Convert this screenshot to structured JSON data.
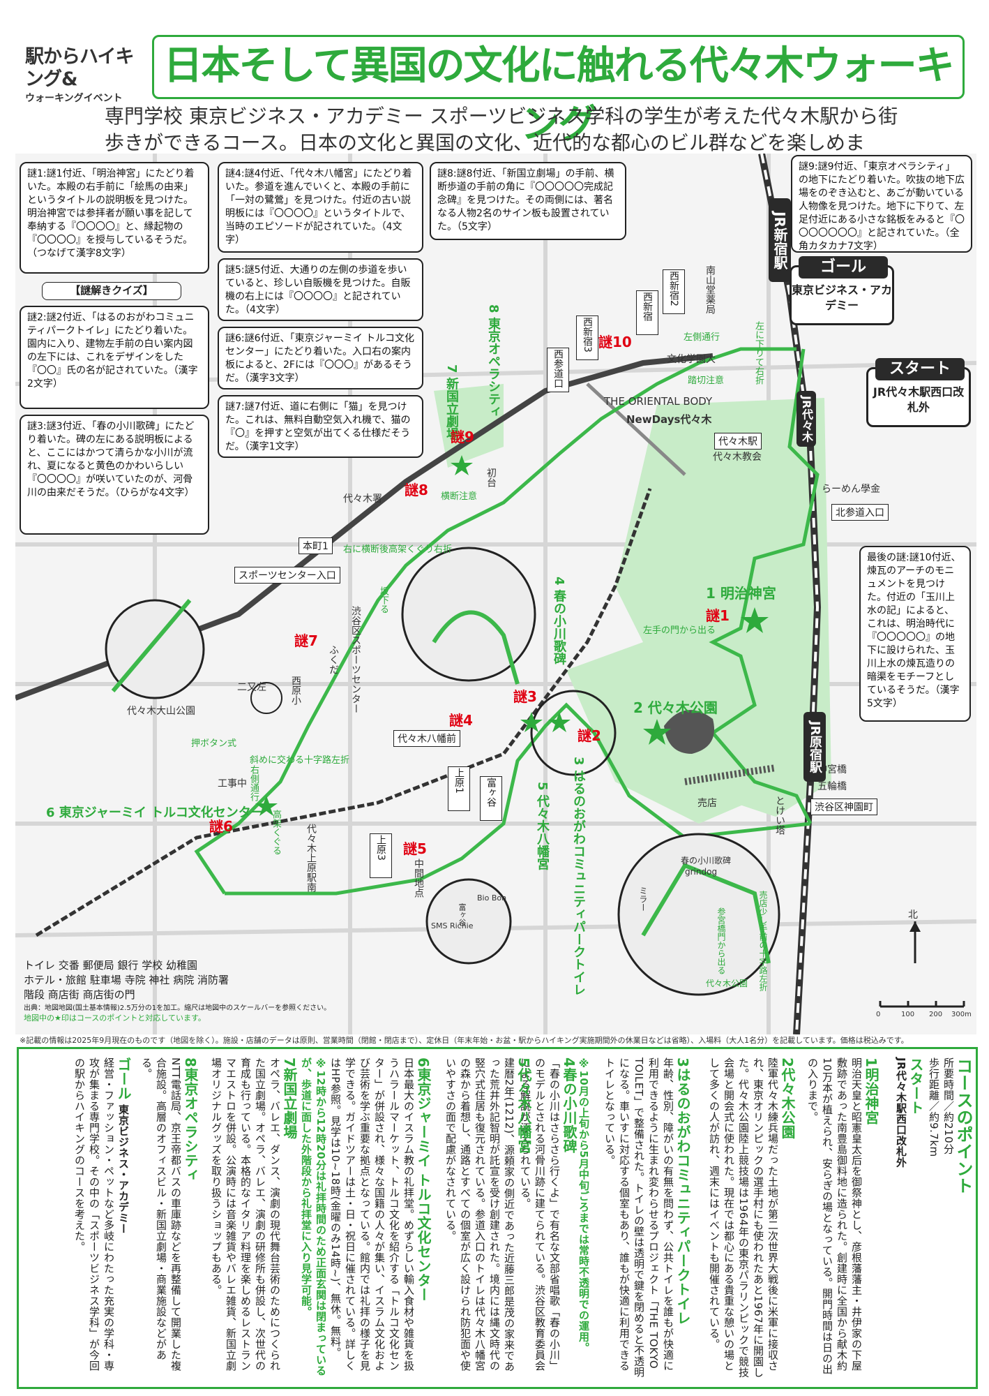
{
  "header": {
    "logo_main": "駅からハイキング&",
    "logo_sub": "ウォーキングイベント",
    "title": "日本そして異国の文化に触れる代々木ウォーキング",
    "intro": "専門学校 東京ビジネス・アカデミー スポーツビジネス学科の学生が考えた代々木駅から街歩きができるコース。日本の文化と異国の文化、近代的な都心のビル群などを楽しめます。"
  },
  "hints": {
    "header": "【謎解きクイズ】",
    "q1": "謎1:謎1付近、「明治神宮」にたどり着いた。本殿の右手前に「絵馬の由来」というタイトルの説明板を見つけた。明治神宮では参拝者が願い事を記して奉納する『〇〇〇〇』と、縁起物の『〇〇〇〇』を授与しているそうだ。（つなげて漢字8文字）",
    "q2": "謎2:謎2付近、「はるのおがわコミュニティパークトイレ」にたどり着いた。園内に入り、建物左手前の白い案内図の左下には、これをデザインをした『〇〇』氏の名が記されていた。（漢字2文字）",
    "q3": "謎3:謎3付近、「春の小川歌碑」にたどり着いた。碑の左にある説明板によると、ここにはかつて清らかな小川が流れ、夏になると黄色のかわいらしい『〇〇〇〇』が咲いていたのが、河骨川の由来だそうだ。（ひらがな4文字）",
    "q4": "謎4:謎4付近、「代々木八幡宮」にたどり着いた。参道を進んでいくと、本殿の手前に「一対の鷺鶯」を見つけた。付近の古い説明板には『〇〇〇〇』というタイトルで、当時のエピソードが記されていた。（4文字）",
    "q5": "謎5:謎5付近、大通りの左側の歩道を歩いていると、珍しい自販機を見つけた。自販機の右上には『〇〇〇〇』と記されていた。（4文字）",
    "q6": "謎6:謎6付近、「東京ジャーミイ トルコ文化センター」にたどり着いた。入口右の案内板によると、2Fには『〇〇〇』があるそうだ。（漢字3文字）",
    "q7": "謎7:謎7付近、道に右側に「猫」を見つけた。これは、無料自動空気入れ機で、猫の『〇』を押すと空気が出てくる仕様だそうだ。（漢字1文字）",
    "q8": "謎8:謎8付近、「新国立劇場」の手前、横断歩道の手前の角に『〇〇〇〇〇完成記念碑』を見つけた。その両側には、著名なる人物2名のサイン板も設置されていた。（5文字）",
    "q9": "謎9:謎9付近、「東京オペラシティ」の地下にたどり着いた。吹抜の地下広場をのぞき込むと、あごが動いている人物像を見つけた。地下に下りて、左足付近にある小さな銘板をみると『〇〇〇〇〇〇〇』と記されていた。（全角カタカナ7文字）",
    "q10": "最後の謎:謎10付近、煉瓦のアーチのモニュメントを見つけた。付近の「玉川上水の記」によると、これは、明治時代に『〇〇〇〇〇』の地下に設けられた、玉川上水の煉瓦造りの暗渠をモチーフとしているそうだ。（漢字5文字）"
  },
  "map": {
    "goal_tag": "ゴール",
    "goal_name": "東京ビジネス・アカデミー",
    "start_tag": "スタート",
    "start_name": "JR代々木駅西口改札外",
    "spots": [
      "1 明治神宮",
      "2 代々木公園",
      "3 はるのおがわコミュニティパークトイレ",
      "4 春の小川歌碑",
      "5 代々木八幡宮",
      "6 東京ジャーミイ トルコ文化センター",
      "7 新国立劇場",
      "8 東京オペラシティ"
    ],
    "nazo_labels": [
      "謎1",
      "謎2",
      "謎3",
      "謎4",
      "謎5",
      "謎6",
      "謎7",
      "謎8",
      "謎9",
      "謎10"
    ],
    "places": [
      "代々木署",
      "本町1",
      "スポーツセンター入口",
      "代々木大山公園",
      "代々木八幡前",
      "上原1",
      "上原3",
      "富ヶ谷",
      "初台",
      "西参道口",
      "西新宿3",
      "西新宿2",
      "西新宿",
      "南山堂薬局",
      "文化学園大",
      "THE ORIENTAL BODY",
      "NewDays代々木",
      "代々木駅",
      "代々木教会",
      "らーめん學金",
      "北参道入口",
      "神宮橋",
      "五輪橋",
      "渋谷区神園町",
      "売店",
      "とけい塔",
      "工事中",
      "西原小",
      "ふくだ",
      "渋谷区スポーツセンター",
      "二又左",
      "代々木上原駅南",
      "中間地点"
    ],
    "rail_labels": [
      "JR新宿駅",
      "JR代々木",
      "JR原宿駅"
    ],
    "route_notes": [
      "横断注意",
      "右に横断後高架くぐり右折",
      "坂下る",
      "押ボタン式",
      "斜めに交わる十字路左折",
      "右側通行",
      "高架くぐる",
      "左手の門から出る",
      "左側通行",
      "踏切注意",
      "左に下りて右折"
    ],
    "inset_labels": [
      "春の小川歌碑",
      "grindog",
      "ミラー",
      "売店少し手前の十字路左折",
      "参宮橋門から出る",
      "代々木公園",
      "Bio Bon",
      "SMS Richie",
      "富ヶ谷"
    ],
    "legend": [
      "トイレ",
      "交番",
      "郵便局",
      "銀行",
      "学校",
      "幼稚園",
      "ホテル・旅館",
      "駐車場",
      "寺院",
      "神社",
      "病院",
      "消防署",
      "階段",
      "商店街",
      "商店街の門"
    ],
    "source": "出典：地図地図(国土基本情報)2.5万分の1を加工。縮尺は地図中のスケールバーを参照ください。",
    "note": "地図中の★印はコースのポイントと対応しています。",
    "scale": [
      "0",
      "100",
      "200",
      "300m"
    ],
    "north": "北"
  },
  "footnote": "※記載の情報は2025年9月現在のものです（地図を除く）。施設・店舗のデータは原則、営業時間（閉館・閉店まで）、定休日（年末年始・お盆・駅からハイキング実施期間外の休業日などは省略）、入場料（大人1名分）を記載しています。価格は税込みです。",
  "points": {
    "heading": "コースのポイント",
    "time": "所要時間／約210分",
    "distance": "歩行距離／約9.7km",
    "start_label": "スタート",
    "start_text": "JR代々木駅西口改札外",
    "goal_label": "ゴール",
    "goal_name": "東京ビジネス・アカデミー",
    "items": [
      {
        "num": "1",
        "name": "明治神宮",
        "text": "明治天皇と昭憲皇太后を御祭神とし、彦根藩藩主・井伊家の下屋敷跡であった南豊島御料地に造られた。創建時に全国から献木約10万本が植えられ、安らぎの場となっている。開門時間は日の出の入りまで。"
      },
      {
        "num": "2",
        "name": "代々木公園",
        "text": "陸軍代々木練兵場だった土地が第二次世界大戦後に米軍に接収され、東京オリンピックの選手村にも使われたあと1967年に開園した。代々木公園陸上競技場は1964年の東京パラリンピックで競技会場と開会式に使われた。現在では都心にある貴重な憩いの場として多くの人が訪れ、週末にはイベントも開催されている。"
      },
      {
        "num": "3",
        "name": "はるのおがわコミュニティパークトイレ",
        "text": "年齢、性別、障がいの有無を問わず、公共トイレを誰もが快適に利用できるように生まれ変わらせるプロジェクト「THE TOKYO TOILET」で整備された。トイレの壁は透明で鍵を閉めると不透明になる。車いすに対応する個室もあり、誰もが快適に利用できるトイレとなっている。"
      },
      {
        "num": "4",
        "name": "春の小川歌碑",
        "text": "「春の小川はさらさら行くよ」で有名な文部省唱歌「春の小川」のモデルとされる河骨川跡に建てられている。渋谷区教育委員会による解説が添えられている。"
      },
      {
        "num": "5",
        "name": "代々木八幡宮",
        "text": "建暦2年(1212)、源頼家の側近であった近藤三郎是茂の家来であった荒井外記智明が託宣を受け創建された。境内には縄文時代の竪穴式住居も復元されている。参道入口のトイレは代々木八幡宮の森から着想し、通路とすべての個室が広く設けられ防犯面や使いやすさの面で配慮がなされている。"
      },
      {
        "num": "6",
        "name": "東京ジャーミイ トルコ文化センター",
        "text": "日本最大のイスラム教の礼拝堂。めずらしい輸入食材や雑貨を扱うハラールマーケット、トルコ文化を紹介する「トルコ文化センター」が併設され、様々な国籍の人々が集い、イスラム文化および芸術を学ぶ重要な拠点となっている。館内では礼拝の様子を見学できる。ガイドツアーは土・日・祝日に催されている。詳しくはHP参照。見学は10~18時(金曜のみ14時~)、無休。無料。"
      },
      {
        "num": "7",
        "name": "新国立劇場",
        "text": "オペラ、バレエ、ダンス、演劇の現代舞台芸術のためにつくられた国立劇場。オペラ、バレエ、演劇の研修所も併設し、次世代の育成も行っている。本格的なイタリア料理を楽しめるレストランマエストロを併設。公演時には音楽雑貨やバレエ雑貨、新国立劇場オリジナルグッズを取り扱うショップもある。"
      },
      {
        "num": "8",
        "name": "東京オペラシティ",
        "text": "NTT電話局、京王帝都バスの車庫跡などを再整備して開業した複合施設。高層のオフィスビル・新国立劇場・商業施設などがある。"
      }
    ],
    "goal_text": "経営・ファッション・ペットなど多岐にわたった充実の学科・専攻が集まる専門学校。その中の「スポーツビジネス学科」が今回の駅からハイキングのコースを考えた。",
    "note_7": "※12時から12時20分は礼拝時間のため正面玄関は閉まっているが、歩道に面した外階段から礼拝堂に入り見学可能。",
    "note_4": "※10月の上旬から5月中旬ごろまでは常時不透明での運用。"
  },
  "colors": {
    "green": "#2eaa3c",
    "light_green": "#c8ecc8",
    "red": "#e00012",
    "black": "#222222"
  }
}
